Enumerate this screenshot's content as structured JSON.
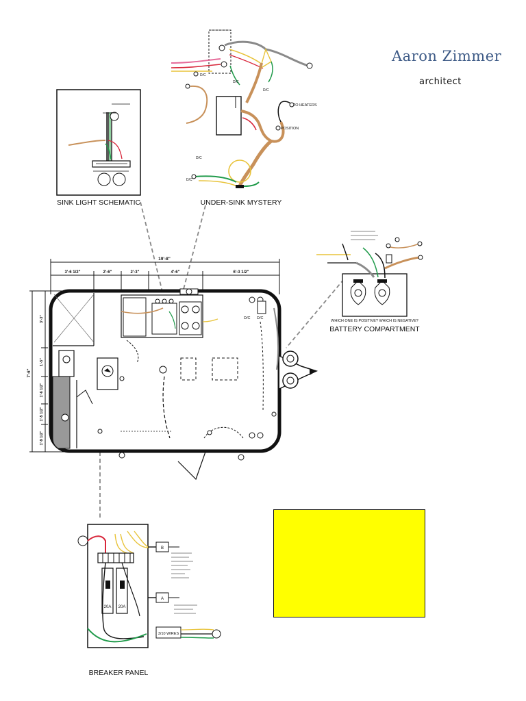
{
  "logo": {
    "name": "Aaron Zimmer",
    "subtitle": "architect"
  },
  "captions": {
    "sink_light": "SINK LIGHT SCHEMATIC",
    "under_sink": "UNDER-SINK MYSTERY",
    "battery": "BATTERY COMPARTMENT",
    "battery_note": "WHICH ONE IS POSITIVE? WHICH IS NEGATIVE?",
    "breaker": "BREAKER PANEL"
  },
  "under_sink": {
    "to_heaters": "TO HEATERS",
    "position": "POSITION",
    "dc": "D/C"
  },
  "floor_plan": {
    "overall_dimension": "19'-8\"",
    "top_dimensions": [
      "3'-6 1/2\"",
      "2'-6\"",
      "2'-3\"",
      "4'-6\"",
      "6'-3 1/2\""
    ],
    "left_dimensions": [
      "3'-3\"",
      "1'-5\"",
      "1'-6 1/2\"",
      "1'-5 1/2\"",
      "1'-9 1/2\""
    ],
    "overall_height": "7'-6\"",
    "dc_labels": [
      "D/C",
      "D/C"
    ]
  },
  "breaker_panel": {
    "breakers": [
      "20A",
      "20A"
    ],
    "terminals": [
      "B",
      "A"
    ],
    "label_box": "3/10 WIRES"
  },
  "colors": {
    "wire_red": "#d8263a",
    "wire_green": "#1f9a4a",
    "wire_tan": "#c8915a",
    "wire_yellow": "#e8c33a",
    "wire_grey": "#8a8a8a",
    "wire_pink": "#e66b9a",
    "note_box": "#ffff00",
    "logo": "#3d5a86"
  }
}
